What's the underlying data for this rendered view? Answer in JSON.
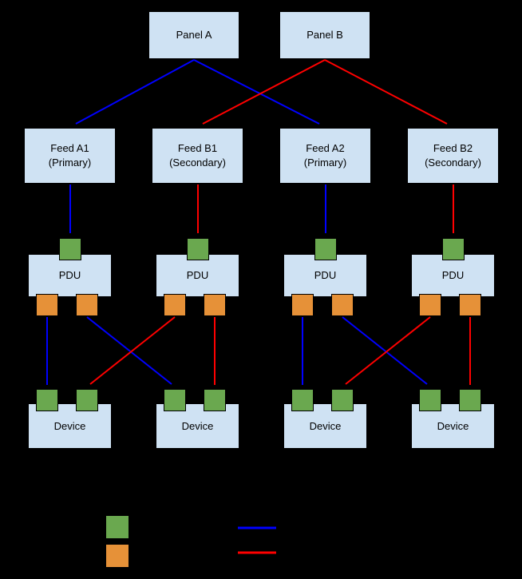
{
  "diagram": {
    "panels": [
      {
        "label": "Panel A"
      },
      {
        "label": "Panel B"
      }
    ],
    "feeds": [
      {
        "name": "Feed A1",
        "role": "(Primary)"
      },
      {
        "name": "Feed B1",
        "role": "(Secondary)"
      },
      {
        "name": "Feed A2",
        "role": "(Primary)"
      },
      {
        "name": "Feed B2",
        "role": "(Secondary)"
      }
    ],
    "pdus": [
      {
        "label": "PDU"
      },
      {
        "label": "PDU"
      },
      {
        "label": "PDU"
      },
      {
        "label": "PDU"
      }
    ],
    "devices": [
      {
        "label": "Device"
      },
      {
        "label": "Device"
      },
      {
        "label": "Device"
      },
      {
        "label": "Device"
      }
    ]
  },
  "colors": {
    "background": "#000000",
    "node_fill": "#cfe2f3",
    "node_border": "#000000",
    "input_port_fill": "#6aa84f",
    "output_port_fill": "#e69138",
    "primary_arrow": "#0000ff",
    "secondary_arrow": "#ff0000"
  }
}
